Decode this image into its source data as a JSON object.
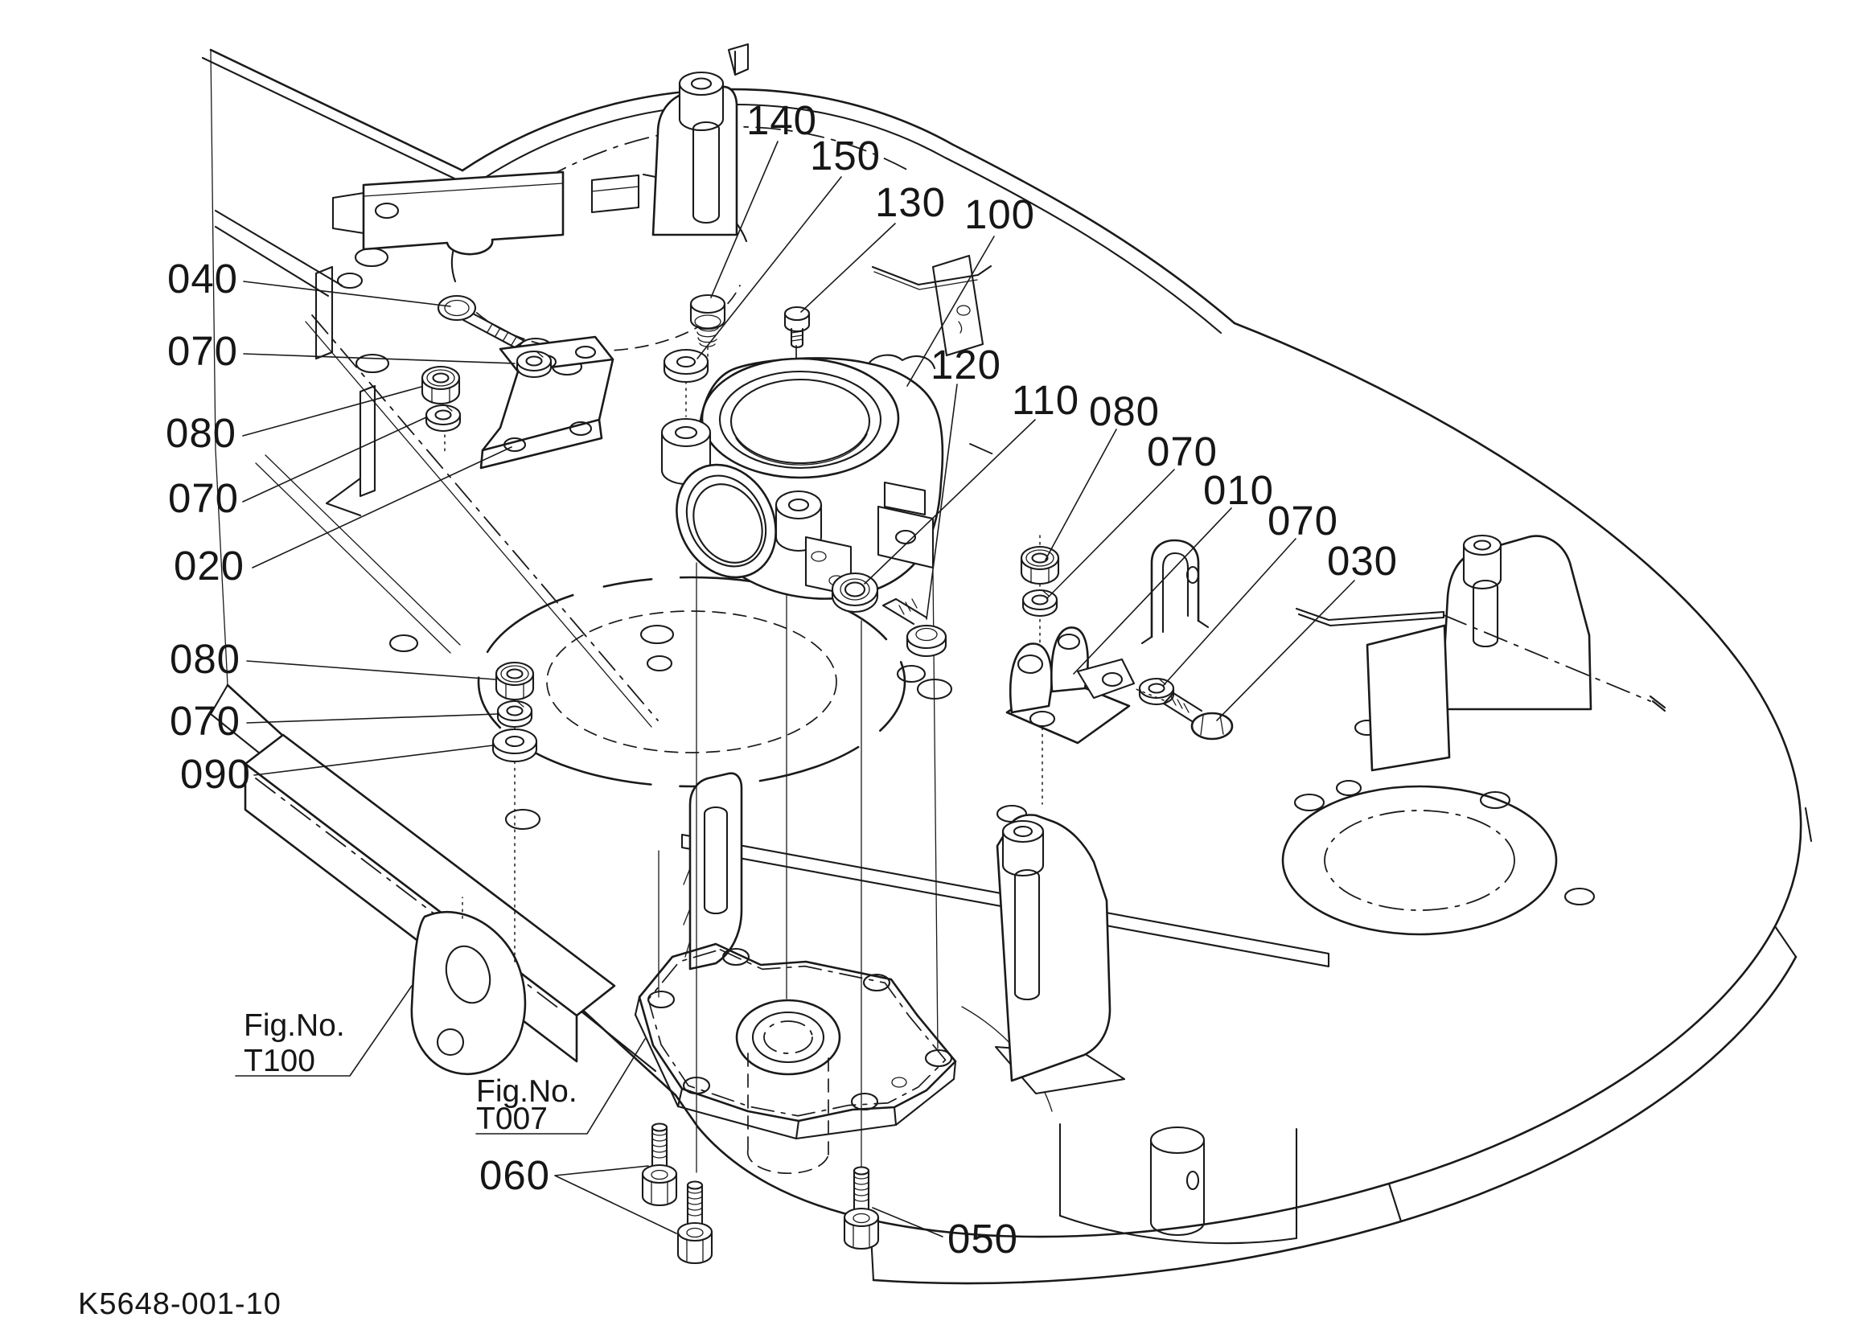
{
  "drawing": {
    "number": "K5648-001-10",
    "line_color": "#1a1a1a",
    "background_color": "#ffffff"
  },
  "callouts": [
    {
      "text": "040"
    },
    {
      "text": "070"
    },
    {
      "text": "080"
    },
    {
      "text": "070"
    },
    {
      "text": "020"
    },
    {
      "text": "080"
    },
    {
      "text": "070"
    },
    {
      "text": "090"
    },
    {
      "text": "140"
    },
    {
      "text": "150"
    },
    {
      "text": "130"
    },
    {
      "text": "100"
    },
    {
      "text": "120"
    },
    {
      "text": "110"
    },
    {
      "text": "080"
    },
    {
      "text": "070"
    },
    {
      "text": "010"
    },
    {
      "text": "070"
    },
    {
      "text": "030"
    },
    {
      "text": "060"
    },
    {
      "text": "050"
    }
  ],
  "figure_refs": [
    {
      "line1": "Fig.No.",
      "line2": "T100"
    },
    {
      "line1": "Fig.No.",
      "line2": "T007"
    }
  ]
}
